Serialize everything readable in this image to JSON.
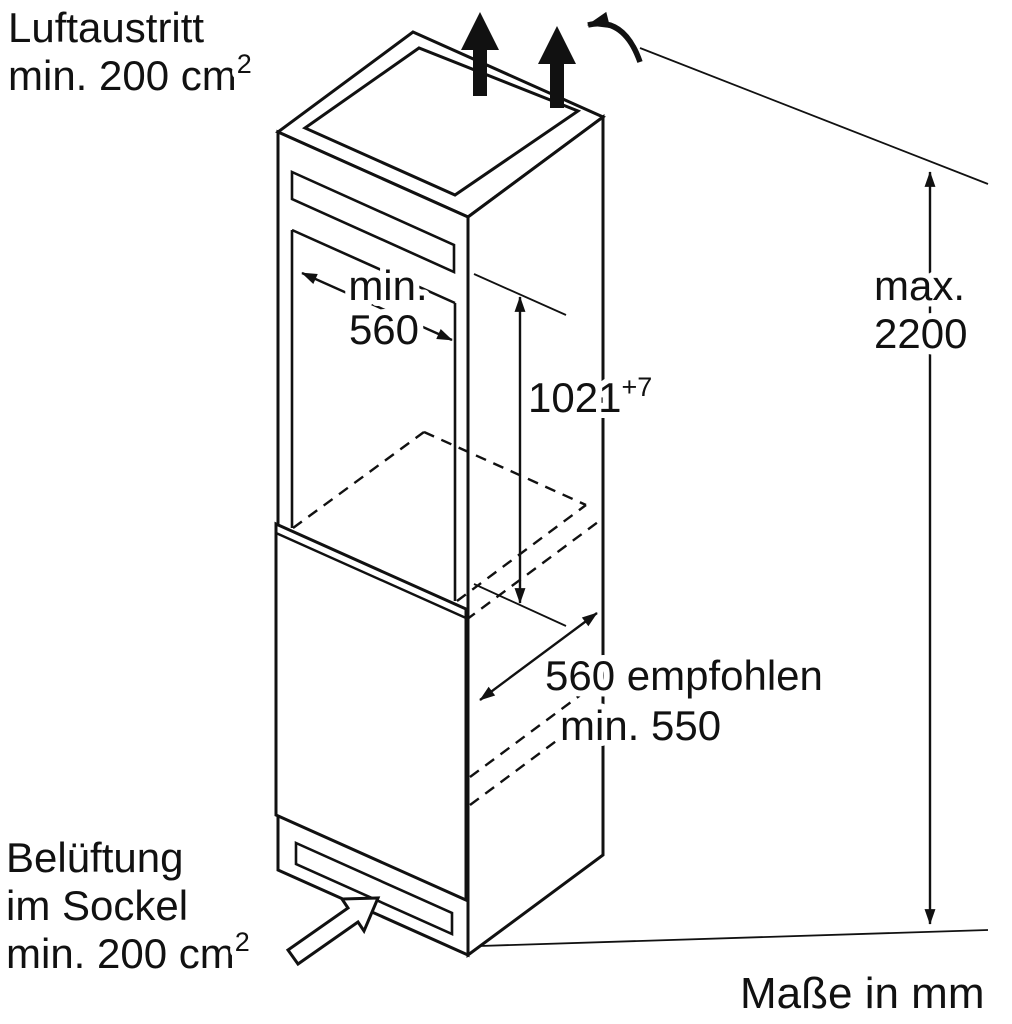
{
  "page": {
    "background": "#ffffff",
    "line_color": "#111111"
  },
  "labels": {
    "air_outlet_line1": "Luftaustritt",
    "air_outlet_line2": "min. 200 cm",
    "air_outlet_sup": "2",
    "niche_width_min": "min.",
    "niche_width_value": "560",
    "niche_height_value": "1021",
    "niche_height_tol": "+7",
    "max_height_word": "max.",
    "max_height_value": "2200",
    "depth_recommended": "560 empfohlen",
    "depth_min": "min. 550",
    "base_vent_line1": "Belüftung",
    "base_vent_line2": "im Sockel",
    "base_vent_line3": "min. 200 cm",
    "base_vent_sup": "2",
    "units": "Maße in mm"
  }
}
